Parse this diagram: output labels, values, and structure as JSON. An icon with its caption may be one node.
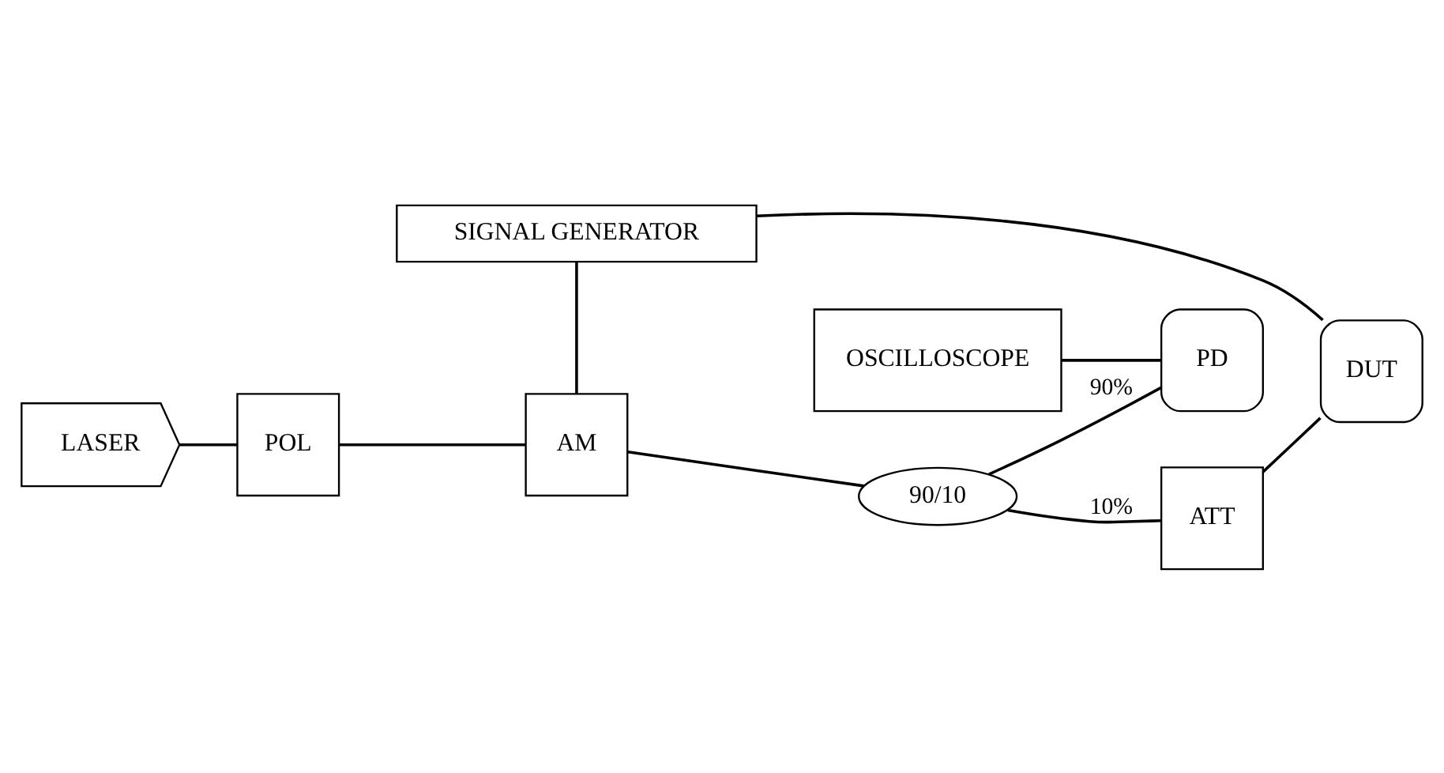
{
  "diagram": {
    "nodes": [
      {
        "text": [
          "SIGNAL GENERATOR"
        ]
      },
      {
        "text": [
          "LASER"
        ]
      },
      {
        "text": [
          "POL"
        ]
      },
      {
        "text": [
          "AM"
        ]
      },
      {
        "text": [
          "90/10"
        ]
      },
      {
        "text": [
          "ATT"
        ]
      },
      {
        "text": [
          "DUT"
        ]
      },
      {
        "text": [
          "PD"
        ]
      },
      {
        "text": [
          "OSCILLOSCOPE"
        ]
      }
    ],
    "edges": [
      {
        "from": 1,
        "to": 2,
        "arrow": "none"
      },
      {
        "from": 2,
        "to": 3,
        "arrow": "none"
      },
      {
        "from": 3,
        "to": 4,
        "arrow": "none"
      },
      {
        "from": 4,
        "to": 5,
        "arrow": "none",
        "label": "10%"
      },
      {
        "from": 5,
        "to": 6,
        "arrow": "none"
      },
      {
        "from": 4,
        "to": 7,
        "arrow": "none",
        "label": "90%"
      },
      {
        "from": 0,
        "to": 3,
        "arrow": "none"
      },
      {
        "from": 0,
        "to": 6,
        "arrow": "none"
      },
      {
        "from": 7,
        "to": 8,
        "arrow": "none"
      }
    ]
  }
}
